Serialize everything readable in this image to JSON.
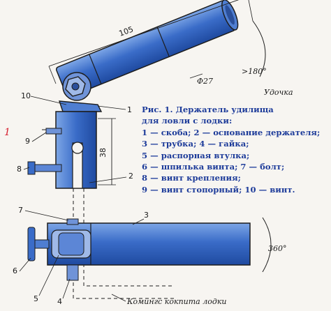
{
  "caption": {
    "title": "Рис. 1. Держатель удилища",
    "title_line2": "для ловли с лодки:",
    "items": [
      "1 — скоба; 2 — основание держателя;",
      "3 — трубка; 4 — гайка;",
      "5 — распорная втулка;",
      "6 — шпилька винта; 7 — болт;",
      "8 — винт крепления;",
      "9 — винт стопорный; 10 — винт."
    ]
  },
  "page_marker": "1",
  "dimensions": {
    "length": "105",
    "diameter": "Φ27",
    "height": "38",
    "angle_top": ">180°",
    "angle_bottom": "360°"
  },
  "labels": {
    "rod": "Удочка",
    "coaming": "Комингс кокпита лодки",
    "part_10": "10",
    "part_1_top": "1",
    "part_9": "9",
    "part_8": "8",
    "part_2": "2",
    "part_7": "7",
    "part_3": "3",
    "part_6": "6",
    "part_5": "5",
    "part_4": "4"
  },
  "colors": {
    "tube": "#3a6cc8",
    "tube_light": "#7da6e6",
    "outline": "#1d1d1d",
    "caption": "#1e3c9a",
    "marker": "#d6202f"
  }
}
